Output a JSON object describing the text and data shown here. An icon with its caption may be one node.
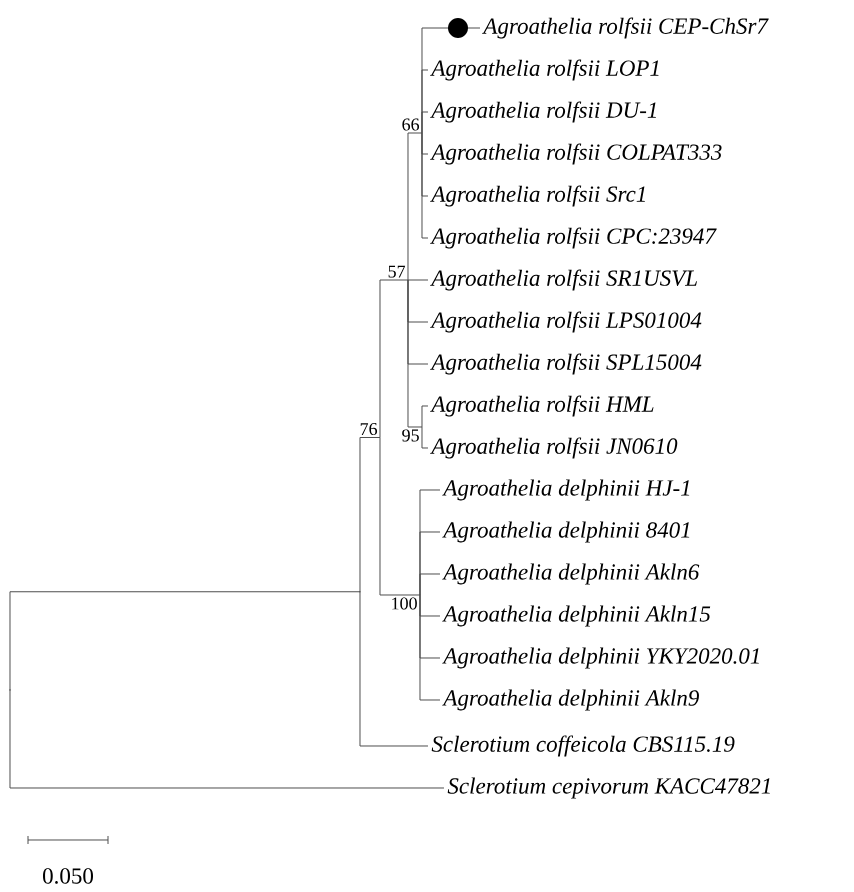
{
  "diagram": {
    "nodes": [
      {
        "text": [
          "Agroathelia rolfsii CEP-ChSr7"
        ]
      },
      {
        "text": [
          "Agroathelia rolfsii LOP1"
        ]
      },
      {
        "text": [
          "Agroathelia rolfsii DU-1"
        ]
      },
      {
        "text": [
          "Agroathelia rolfsii COLPAT333"
        ]
      },
      {
        "text": [
          "Agroathelia rolfsii Src1"
        ]
      },
      {
        "text": [
          "Agroathelia rolfsii CPC:23947"
        ]
      },
      {
        "text": [
          "Agroathelia rolfsii SR1USVL"
        ]
      },
      {
        "text": [
          "Agroathelia rolfsii LPS01004"
        ]
      },
      {
        "text": [
          "Agroathelia rolfsii SPL15004"
        ]
      },
      {
        "text": [
          "Agroathelia rolfsii HML"
        ]
      },
      {
        "text": [
          "Agroathelia rolfsii JN0610"
        ]
      },
      {
        "text": [
          "Agroathelia delphinii HJ-1"
        ]
      },
      {
        "text": [
          "Agroathelia delphinii 8401"
        ]
      },
      {
        "text": [
          "Agroathelia delphinii Akln6"
        ]
      },
      {
        "text": [
          "Agroathelia delphinii Akln15"
        ]
      },
      {
        "text": [
          "Agroathelia delphinii YKY2020.01"
        ]
      },
      {
        "text": [
          "Agroathelia delphinii Akln9"
        ]
      },
      {
        "text": [
          "Sclerotium coffeicola CBS115.19"
        ]
      },
      {
        "text": [
          "Sclerotium cepivorum KACC47821"
        ]
      },
      {
        "text": [
          "66"
        ]
      },
      {
        "text": [
          "57"
        ]
      },
      {
        "text": [
          "95"
        ]
      },
      {
        "text": [
          "76"
        ]
      },
      {
        "text": [
          "100"
        ]
      },
      {
        "text": [],
        "shape": "point"
      },
      {
        "text": [],
        "shape": "point"
      }
    ],
    "edges": [
      {
        "from": 25,
        "to": 24,
        "arrow": "none"
      },
      {
        "from": 25,
        "to": 18,
        "arrow": "none"
      },
      {
        "from": 24,
        "to": 22,
        "arrow": "none"
      },
      {
        "from": 24,
        "to": 17,
        "arrow": "none"
      },
      {
        "from": 22,
        "to": 20,
        "arrow": "none"
      },
      {
        "from": 22,
        "to": 23,
        "arrow": "none"
      },
      {
        "from": 20,
        "to": 19,
        "arrow": "none"
      },
      {
        "from": 20,
        "to": 6,
        "arrow": "none"
      },
      {
        "from": 20,
        "to": 7,
        "arrow": "none"
      },
      {
        "from": 20,
        "to": 8,
        "arrow": "none"
      },
      {
        "from": 20,
        "to": 21,
        "arrow": "none"
      },
      {
        "from": 19,
        "to": 0,
        "arrow": "none"
      },
      {
        "from": 19,
        "to": 1,
        "arrow": "none"
      },
      {
        "from": 19,
        "to": 2,
        "arrow": "none"
      },
      {
        "from": 19,
        "to": 3,
        "arrow": "none"
      },
      {
        "from": 19,
        "to": 4,
        "arrow": "none"
      },
      {
        "from": 19,
        "to": 5,
        "arrow": "none"
      },
      {
        "from": 21,
        "to": 9,
        "arrow": "none"
      },
      {
        "from": 21,
        "to": 10,
        "arrow": "none"
      },
      {
        "from": 23,
        "to": 11,
        "arrow": "none"
      },
      {
        "from": 23,
        "to": 12,
        "arrow": "none"
      },
      {
        "from": 23,
        "to": 13,
        "arrow": "none"
      },
      {
        "from": 23,
        "to": 14,
        "arrow": "none"
      },
      {
        "from": 23,
        "to": 15,
        "arrow": "none"
      },
      {
        "from": 23,
        "to": 16,
        "arrow": "none"
      }
    ],
    "labels": [
      "0.050"
    ]
  }
}
